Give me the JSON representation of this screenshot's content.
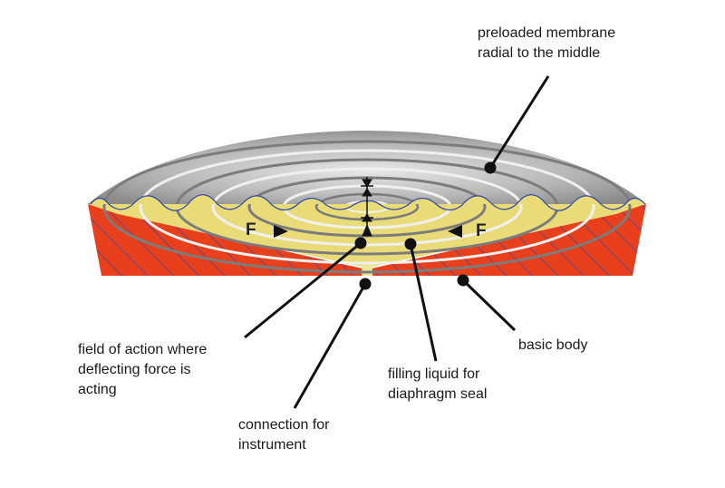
{
  "labels": {
    "membrane": [
      "preloaded membrane",
      "radial to the middle"
    ],
    "field": [
      "field of action where",
      "deflecting force is",
      "acting"
    ],
    "connection": [
      "connection for",
      "instrument"
    ],
    "liquid": [
      "filling liquid for",
      "diaphragm seal"
    ],
    "body": [
      "basic body"
    ],
    "force_left": "F",
    "force_right": "F"
  },
  "colors": {
    "body_red": "#e8401c",
    "hatch_blue": "#3048a8",
    "liquid_yellow": "#e9dc78",
    "membrane_gray": "#b5b5b5",
    "leader_black": "#111111"
  }
}
